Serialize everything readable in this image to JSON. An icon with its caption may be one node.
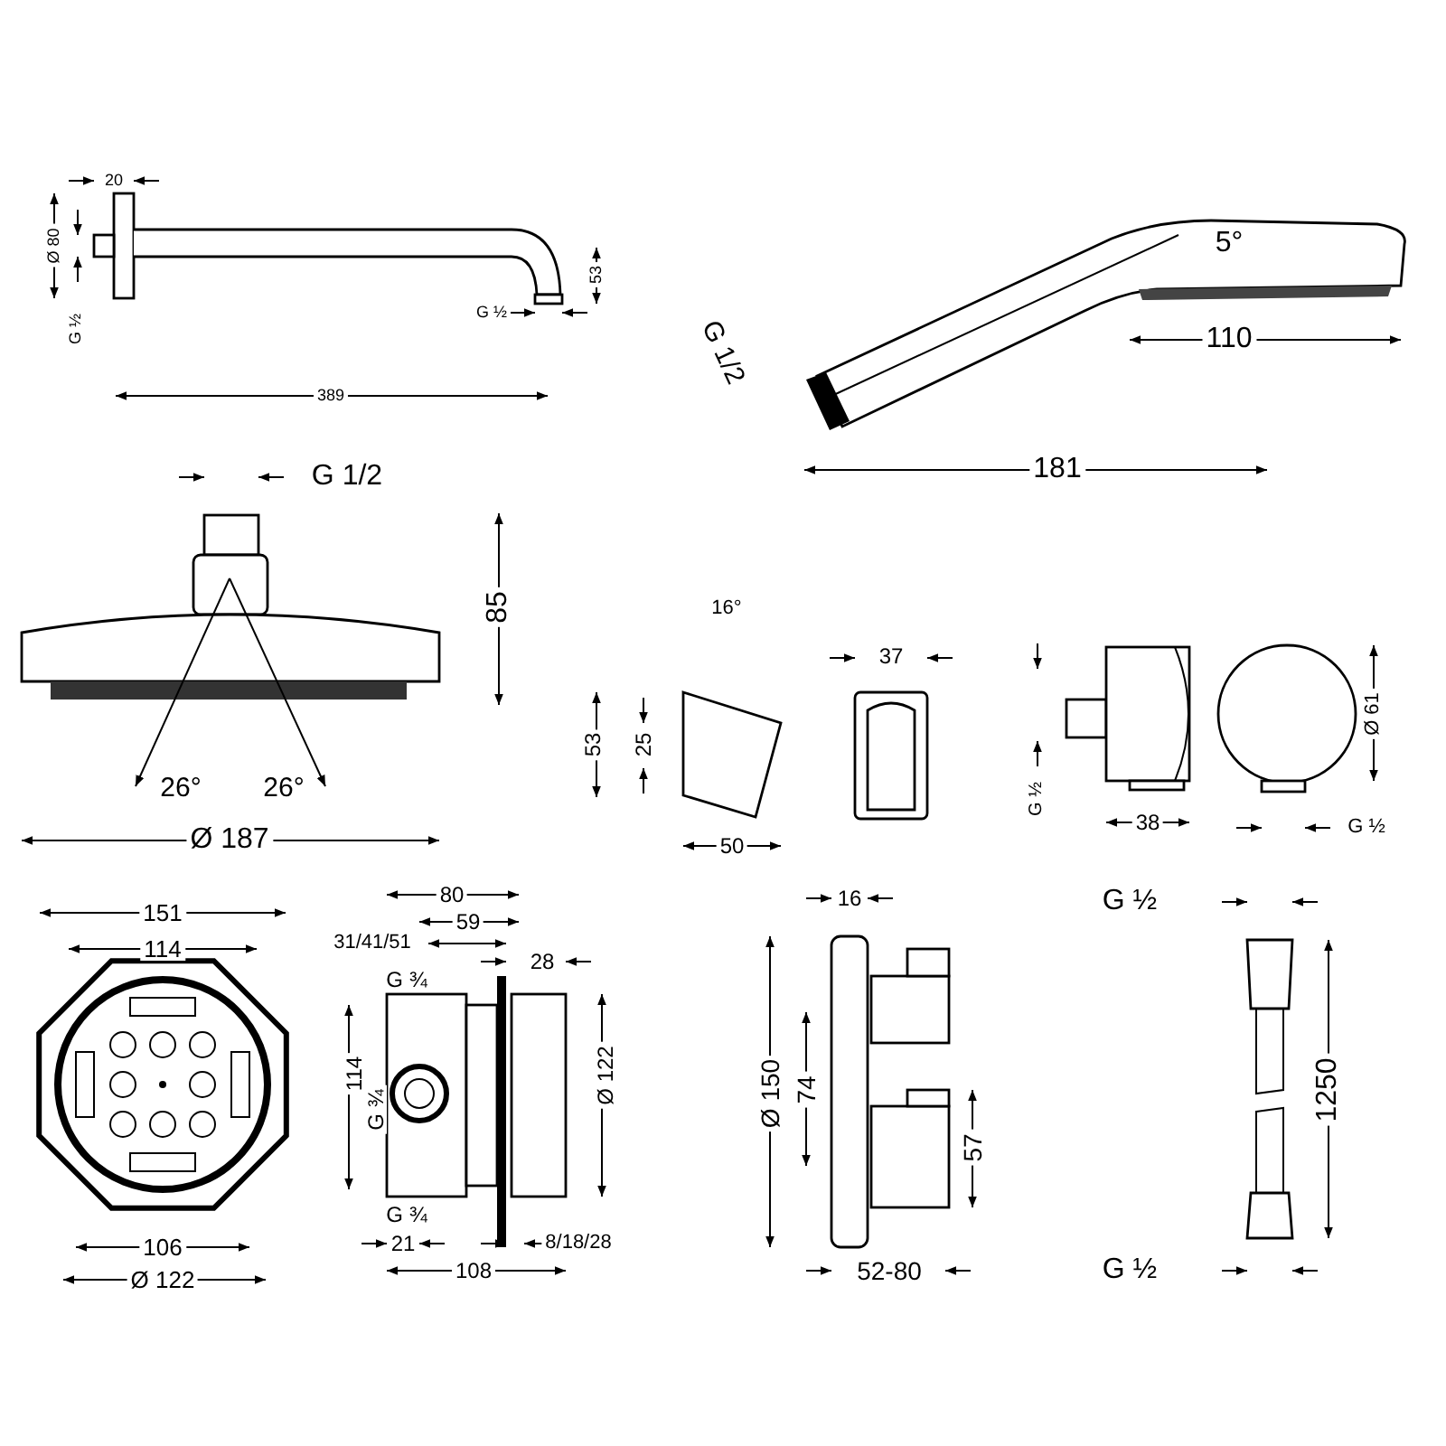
{
  "diagram": {
    "labels": [
      "20",
      "Ø 80",
      "G ½",
      "53",
      "G ½",
      "389",
      "5°",
      "G 1/2",
      "110",
      "G 1/2",
      "181",
      "85",
      "26°",
      "26°",
      "Ø 187",
      "16°",
      "53",
      "25",
      "50",
      "37",
      "G ½",
      "38",
      "Ø 61",
      "G ½",
      "151",
      "114",
      "106",
      "Ø 122",
      "80",
      "59",
      "31/41/51",
      "28",
      "G ¾",
      "114",
      "G ¾",
      "Ø 122",
      "G ¾",
      "21",
      "8/18/28",
      "108",
      "16",
      "Ø 150",
      "74",
      "57",
      "52-80",
      "G ½",
      "1250",
      "G ½"
    ]
  }
}
